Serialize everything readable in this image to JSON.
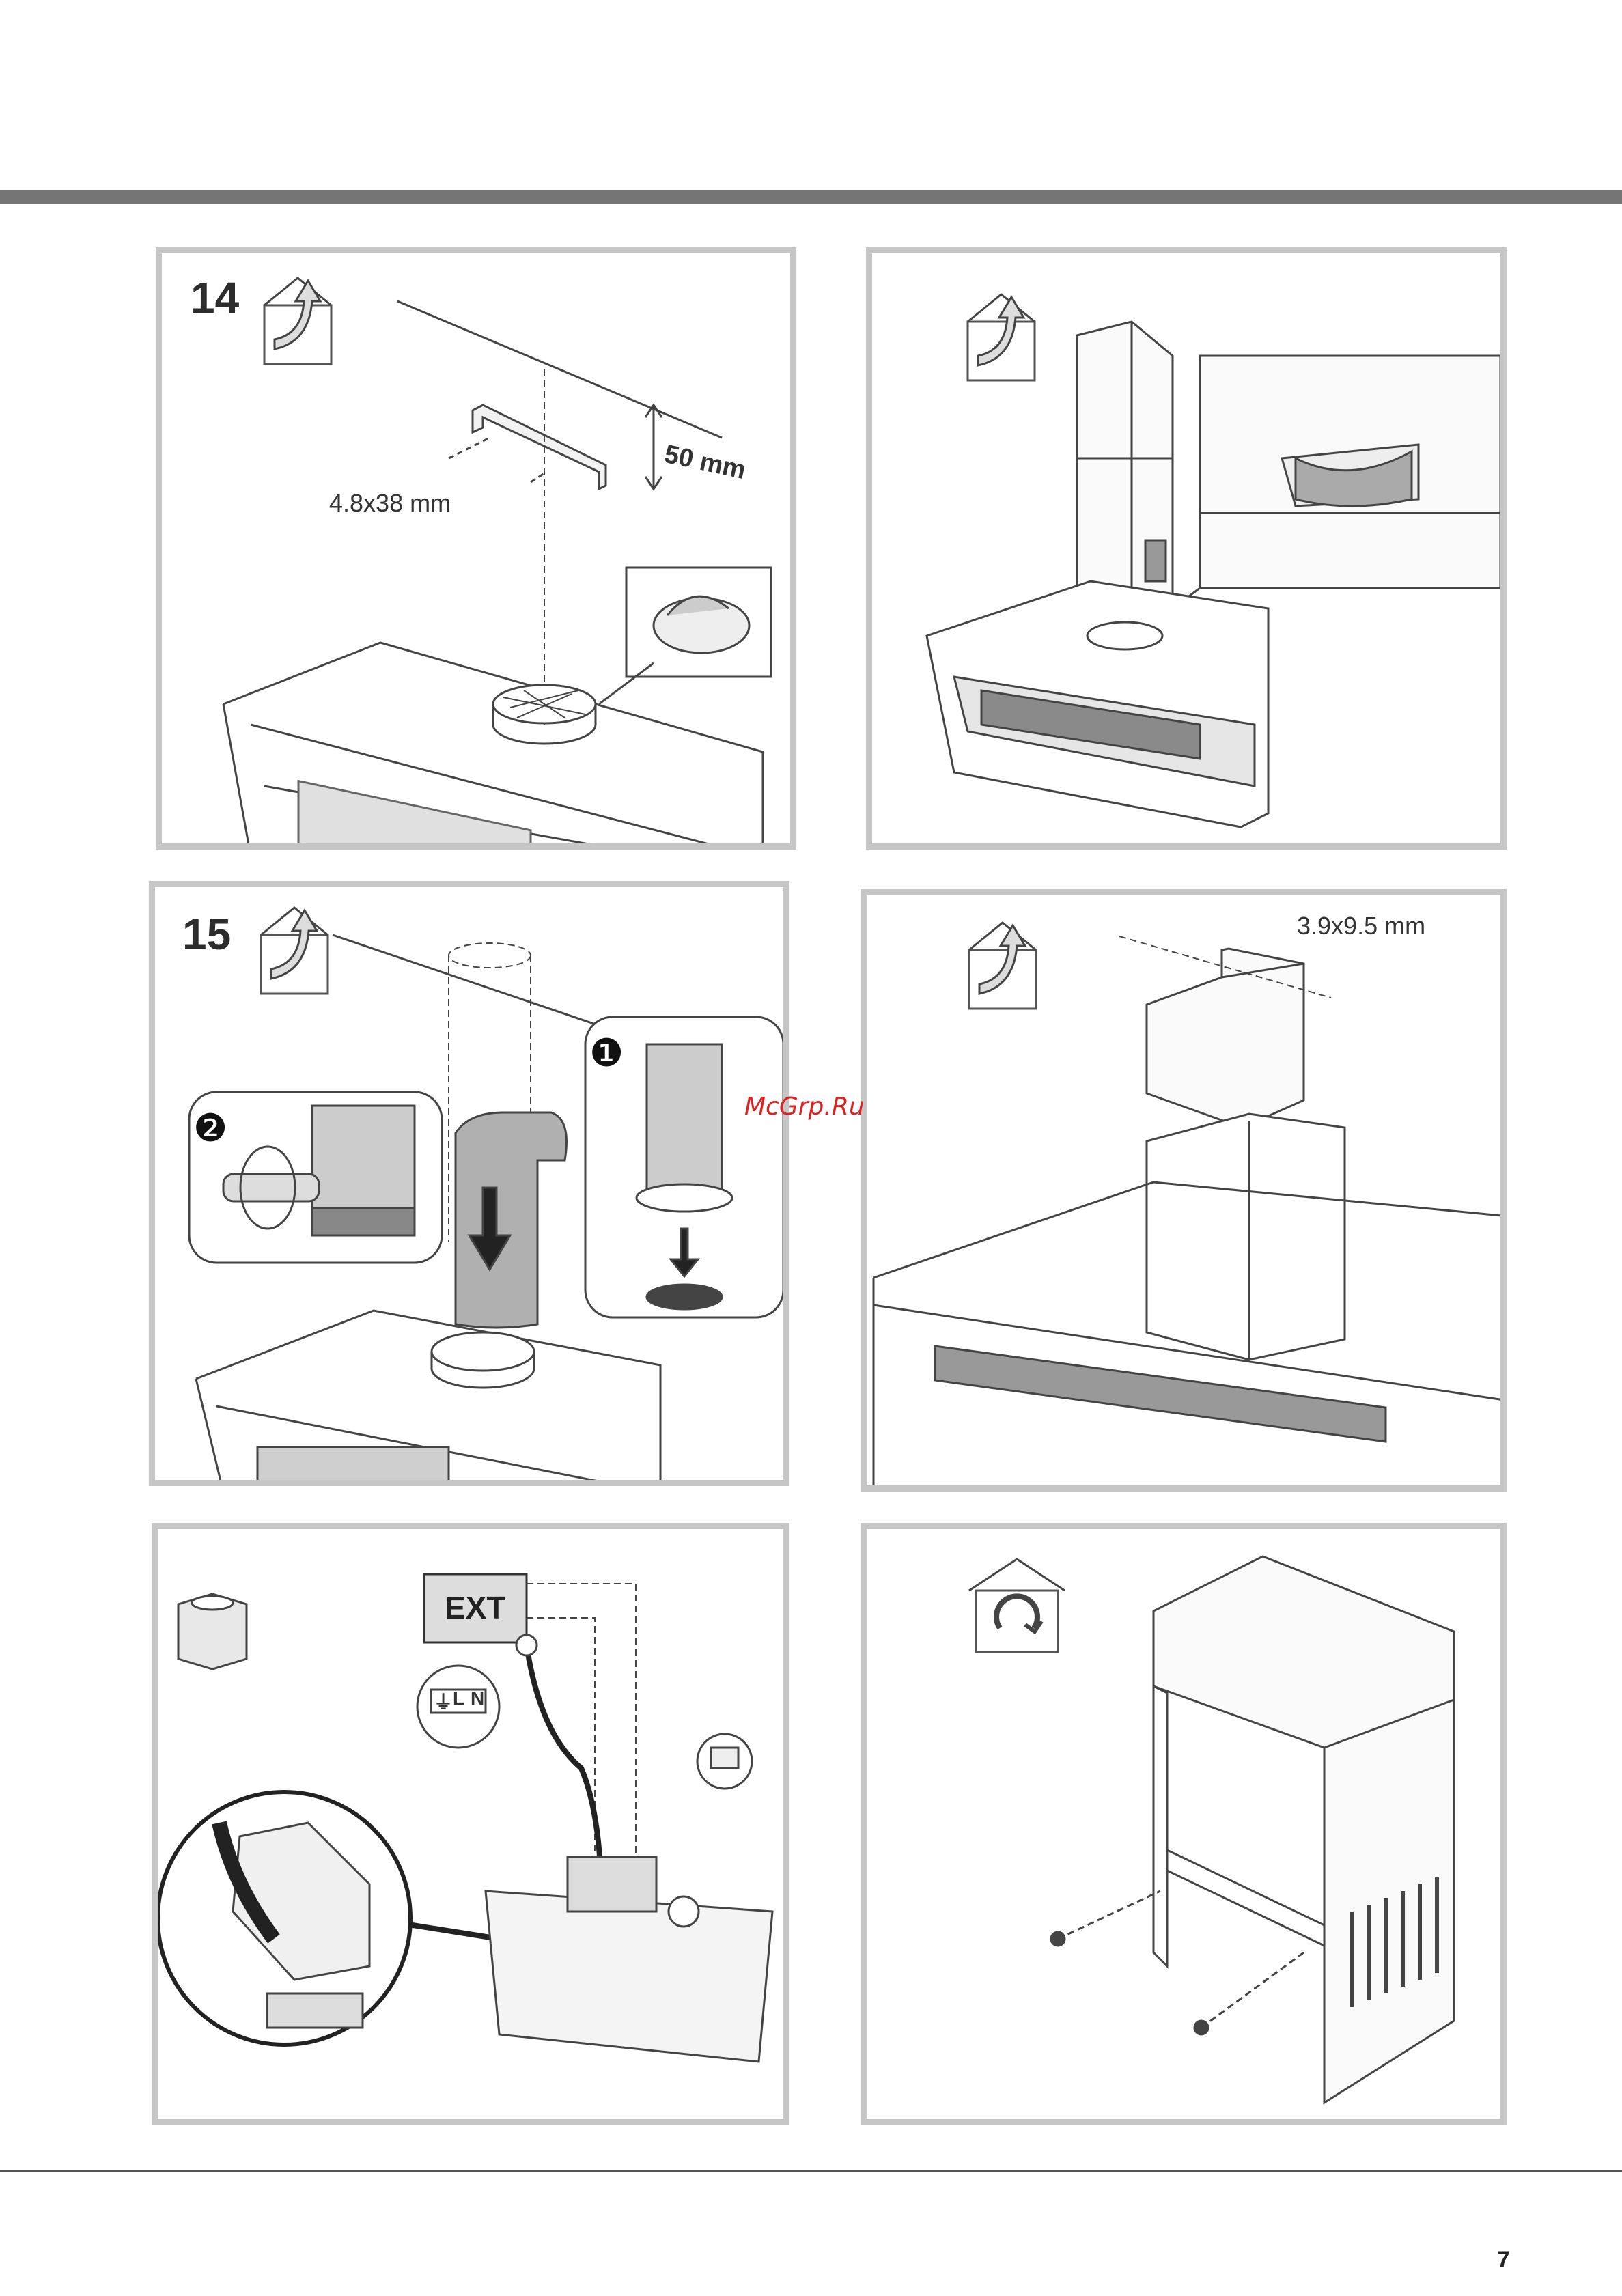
{
  "panels": {
    "p14": {
      "step": "14",
      "screw": "4.8x38 mm",
      "gap": "50 mm"
    },
    "p_chimney": {},
    "p15": {
      "step": "15",
      "sub1": "❶",
      "sub2": "❷"
    },
    "p_cover": {
      "screw": "3.9x9.5 mm"
    },
    "p_wiring": {
      "ext": "EXT",
      "terminal": [
        "⏚",
        "L",
        "N"
      ]
    },
    "p_recirc": {}
  },
  "watermark": "McGrp.Ru",
  "page_number": "7",
  "colors": {
    "frame": "#c6c6c6",
    "rule": "#757575",
    "watermark": "#d22222"
  },
  "icons": [
    "ducted-exhaust-icon",
    "recirculation-icon",
    "extension-box-icon"
  ]
}
